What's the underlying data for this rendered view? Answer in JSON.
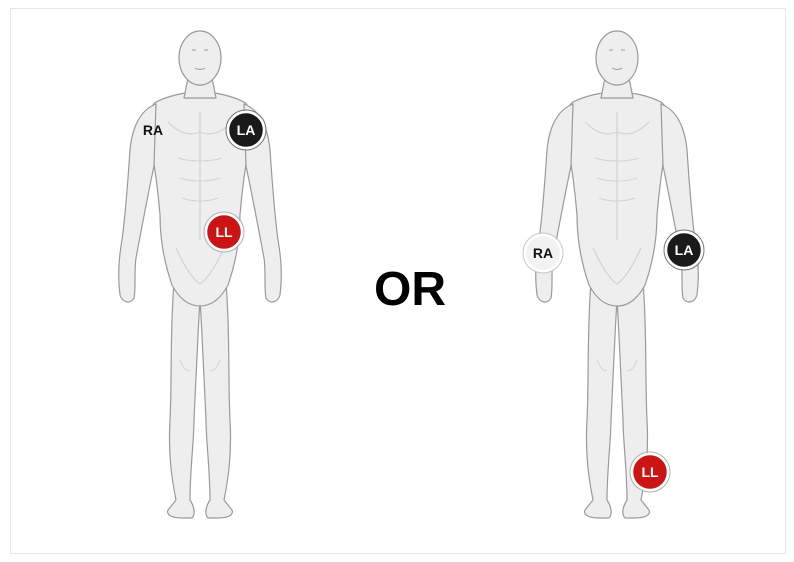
{
  "separator": {
    "text": "OR"
  },
  "colors": {
    "skin_fill": "#eeeeee",
    "skin_stroke": "#9a9a9a",
    "shadow": "#d2d2d2",
    "electrode_ra": "#f2f2f2",
    "electrode_la": "#1a1a1a",
    "electrode_ll": "#cc1414",
    "label_dark": "#111111",
    "label_light": "#ffffff"
  },
  "figures": [
    {
      "variant": "torso-placement",
      "electrodes": {
        "ra": "RA",
        "la": "LA",
        "ll": "LL"
      }
    },
    {
      "variant": "limb-placement",
      "electrodes": {
        "ra": "RA",
        "la": "LA",
        "ll": "LL"
      }
    }
  ]
}
